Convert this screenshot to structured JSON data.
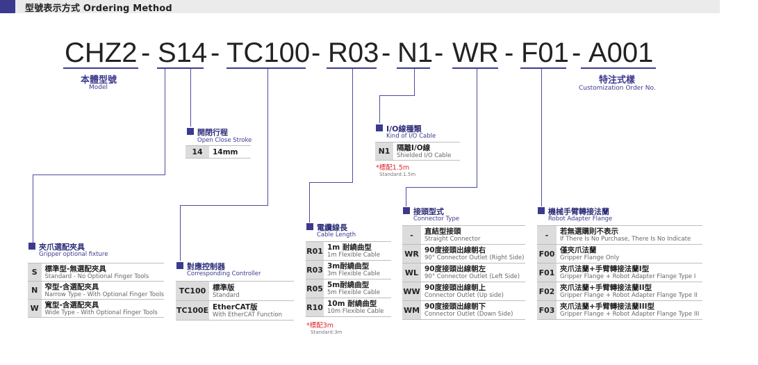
{
  "header": {
    "title": "型號表示方式 Ordering Method"
  },
  "code": {
    "model": "CHZ2",
    "stroke": "S14",
    "controller": "TC100",
    "cable_length": "R03",
    "io": "N1",
    "connector": "WR",
    "flange": "F01",
    "custom": "A001",
    "dash": "-"
  },
  "model_label": {
    "zh": "本體型號",
    "en": "Model"
  },
  "custom_label": {
    "zh": "特注式樣",
    "en": "Customization Order No."
  },
  "stroke": {
    "zh": "開閉行程",
    "en": "Open Close Stroke",
    "rows": [
      {
        "code": "14",
        "zh": "14mm",
        "en": ""
      }
    ]
  },
  "io": {
    "zh": "I/O線種類",
    "en": "Kind of I/O Cable",
    "rows": [
      {
        "code": "N1",
        "zh": "隔離I/O線",
        "en": "Shielded I/O Cable"
      }
    ],
    "note_zh": "*標配1.5m",
    "note_en": "Standard:1.5m"
  },
  "gripper": {
    "zh": "夾爪選配夾具",
    "en": "Gripper optional fixture",
    "rows": [
      {
        "code": "S",
        "zh": "標準型-無選配夾具",
        "en": "Standard - No Optional Finger Tools"
      },
      {
        "code": "N",
        "zh": "窄型-含選配夾具",
        "en": "Narrow Type - With Optional Finger Tools"
      },
      {
        "code": "W",
        "zh": "寬型-含選配夾具",
        "en": "Wide Type - With Optional Finger Tools"
      }
    ]
  },
  "controller": {
    "zh": "對應控制器",
    "en": "Corresponding Controller",
    "rows": [
      {
        "code": "TC100",
        "zh": "標準版",
        "en": "Standard"
      },
      {
        "code": "TC100E",
        "zh": "EtherCAT版",
        "en": "With EtherCAT Function"
      }
    ]
  },
  "cable": {
    "zh": "電纜線長",
    "en": "Cable Length",
    "rows": [
      {
        "code": "R01",
        "zh": "1m 耐繞曲型",
        "en": "1m Flexible Cable"
      },
      {
        "code": "R03",
        "zh": "3m耐繞曲型",
        "en": "3m Flexible Cable"
      },
      {
        "code": "R05",
        "zh": "5m耐繞曲型",
        "en": "5m Flexible Cable"
      },
      {
        "code": "R10",
        "zh": "10m 耐繞曲型",
        "en": "10m Flexible Cable"
      }
    ],
    "note_zh": "*標配3m",
    "note_en": "Standard:3m"
  },
  "connector": {
    "zh": "接頭型式",
    "en": "Connector Type",
    "rows": [
      {
        "code": "-",
        "zh": "直結型接頭",
        "en": "Straight Connector"
      },
      {
        "code": "WR",
        "zh": "90度接頭出線朝右",
        "en": "90° Connector Outlet (Right Side)"
      },
      {
        "code": "WL",
        "zh": "90度接頭出線朝左",
        "en": "90° Connector Outlet (Left Side)"
      },
      {
        "code": "WW",
        "zh": "90度接頭出線朝上",
        "en": "Connector Outlet (Up side)"
      },
      {
        "code": "WM",
        "zh": "90度接頭出線朝下",
        "en": "Connector Outlet (Down Side)"
      }
    ]
  },
  "flange": {
    "zh": "機械手臂轉接法蘭",
    "en": "Robot Adapter Flange",
    "rows": [
      {
        "code": "-",
        "zh": "若無選購則不表示",
        "en": "If There Is No Purchase, There Is No Indicate"
      },
      {
        "code": "F00",
        "zh": "僅夾爪法蘭",
        "en": "Gripper Flange Only"
      },
      {
        "code": "F01",
        "zh": "夾爪法蘭+手臂轉接法蘭I型",
        "en": "Gripper Flange + Robot Adapter Flange Type I"
      },
      {
        "code": "F02",
        "zh": "夾爪法蘭+手臂轉接法蘭II型",
        "en": "Gripper Flange + Robot Adapter Flange Type II"
      },
      {
        "code": "F03",
        "zh": "夾爪法蘭+手臂轉接法蘭III型",
        "en": "Gripper Flange + Robot Adapter Flange Type III"
      }
    ]
  }
}
